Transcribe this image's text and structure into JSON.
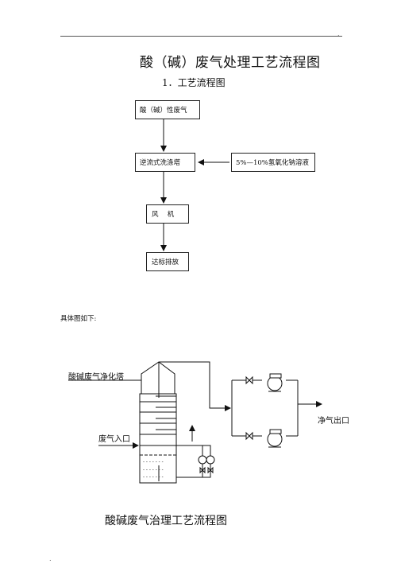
{
  "page": {
    "title": "酸（碱）废气处理工艺流程图",
    "section": "1．工艺流程图",
    "box_gas": "酸（碱）性废气",
    "box_tower": "逆流式洗涤塔",
    "box_solution": "5%—10%氢氧化钠溶液",
    "box_fan": "风　 机",
    "box_discharge": "达标排放",
    "note": "具体图如下:",
    "label_tower": "酸碱废气净化塔",
    "label_inlet": "废气入口",
    "label_outlet": "净气出口",
    "caption": "酸碱废气治理工艺流程图"
  }
}
